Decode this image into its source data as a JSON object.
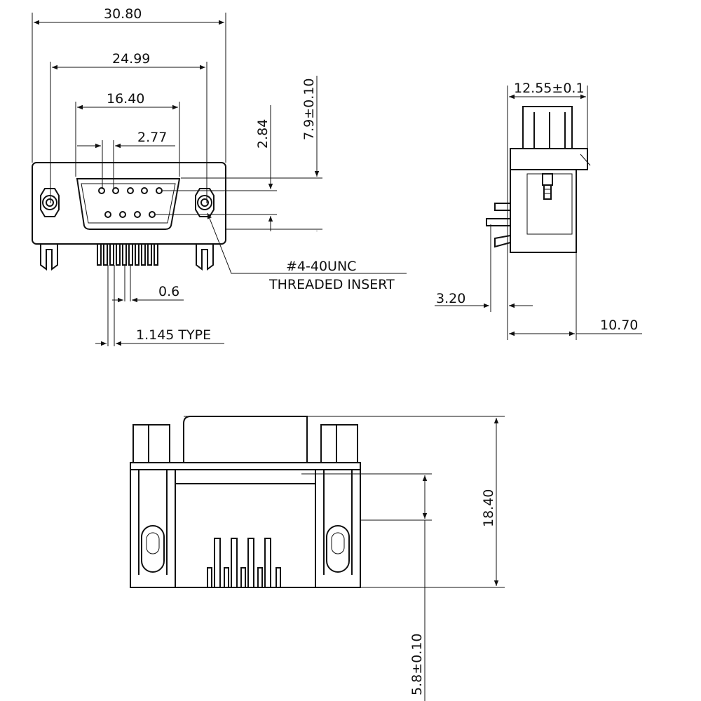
{
  "front_view": {
    "dim_overall_width": "30.80",
    "dim_mount_hole_pitch": "24.99",
    "dim_shell_width": "16.40",
    "dim_pin_pitch": "2.77",
    "dim_row_spacing": "2.84",
    "dim_shell_height": "7.9±0.10",
    "dim_pin_width": "0.6",
    "dim_pin_pitch_type": "1.145 TYPE",
    "note_thread": "#4-40UNC",
    "note_insert": "THREADED INSERT"
  },
  "side_view": {
    "dim_depth": "12.55±0.1",
    "dim_tail": "3.20",
    "dim_body": "10.70"
  },
  "bottom_view": {
    "dim_height": "18.40",
    "dim_offset": "5.8±0.10"
  }
}
